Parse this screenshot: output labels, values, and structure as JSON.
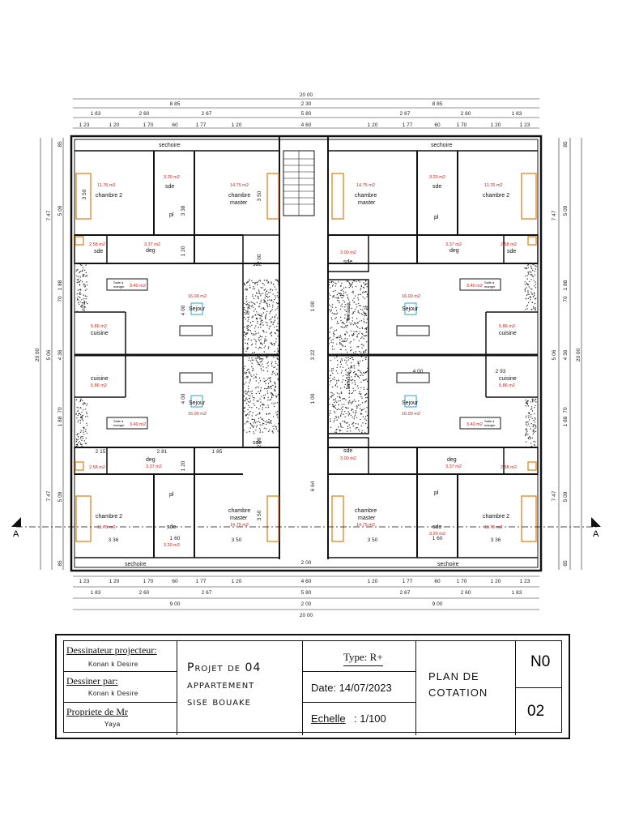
{
  "dimensions": {
    "top_total": "20 00",
    "top_row2": [
      "8 85",
      "2 30",
      "8 85"
    ],
    "top_row3": [
      "1 83",
      "2 60",
      "2 67",
      "5 80",
      "2 67",
      "2 60",
      "1 83"
    ],
    "top_row4": [
      "1 23",
      "1 20",
      "1 70",
      "60",
      "1 77",
      "1 20",
      "4 60",
      "1 20",
      "1 77",
      "60",
      "1 70",
      "1 20",
      "1 23"
    ],
    "bottom_row1": [
      "1 23",
      "1 20",
      "1 70",
      "60",
      "1 77",
      "1 20",
      "4 60",
      "1 20",
      "1 77",
      "60",
      "1 70",
      "1 20",
      "1 23"
    ],
    "bottom_row2": [
      "1 83",
      "2 60",
      "2 67",
      "5 80",
      "2 67",
      "2 60",
      "1 83"
    ],
    "bottom_row3": [
      "9 00",
      "2 00",
      "9 00"
    ],
    "bottom_total": "20 00",
    "side_outer": [
      "85",
      "5 09",
      "1 88",
      "70",
      "4 36",
      "70",
      "1 88",
      "5 09",
      "85"
    ],
    "side_mid": [
      "7 47",
      "5 06",
      "7 47"
    ],
    "side_total": "20 00",
    "inner_vertical": [
      "3 50",
      "3 38",
      "1 20",
      "3 50",
      "2 00",
      "4 00",
      "1 00",
      "3 22",
      "1 00",
      "4 00",
      "2 00",
      "6 64",
      "3 50",
      "1 20"
    ],
    "inner_horizontal": [
      "3 36",
      "1 60",
      "3 50",
      "2 00",
      "3 50",
      "1 60",
      "3 36",
      "2 81",
      "2 15",
      "1 85",
      "4 00",
      "2 93"
    ]
  },
  "section_marker": "A",
  "rooms": {
    "sechoir": "sechoire",
    "chambre2": "chambre 2",
    "chambre_master_a": "chambre",
    "chambre_master_b": "master",
    "sde": "sde",
    "deg": "deg",
    "pl": "pl",
    "sejour": "Sejour",
    "cuisine": "cuisine",
    "salle_a": "Salle à",
    "salle_b": "manger",
    "terrasse": "terrasse"
  },
  "areas": {
    "chambre2": "11.76 m2",
    "master": "14.75 m2",
    "sde_small": "3.20 m2",
    "sde_corner": "2.58 m2",
    "deg": "3.37 m2",
    "sejour": "16.00 m2",
    "cuisine": "5.86 m2",
    "salle": "3.40 m2",
    "sde_alt": "3.00 m2"
  },
  "title_block": {
    "designer_label": "Dessinateur projecteur:",
    "designer_value": "Konan k Desire",
    "drawn_by_label": "Dessiner par:",
    "drawn_by_value": "Konan k Desire",
    "owner_label": "Propriete de Mr",
    "owner_value": "Yaya",
    "project_line1": "Projet de 04",
    "project_line2": "appartement",
    "project_line3": "sise bouake",
    "type_label": "Type: R+",
    "date_label": "Date: 14/07/2023",
    "scale_label": "Echelle",
    "scale_value": ": 1/100",
    "plan_line1": "PLAN DE",
    "plan_line2": "COTATION",
    "no_label": "N0",
    "sheet_number": "02"
  }
}
